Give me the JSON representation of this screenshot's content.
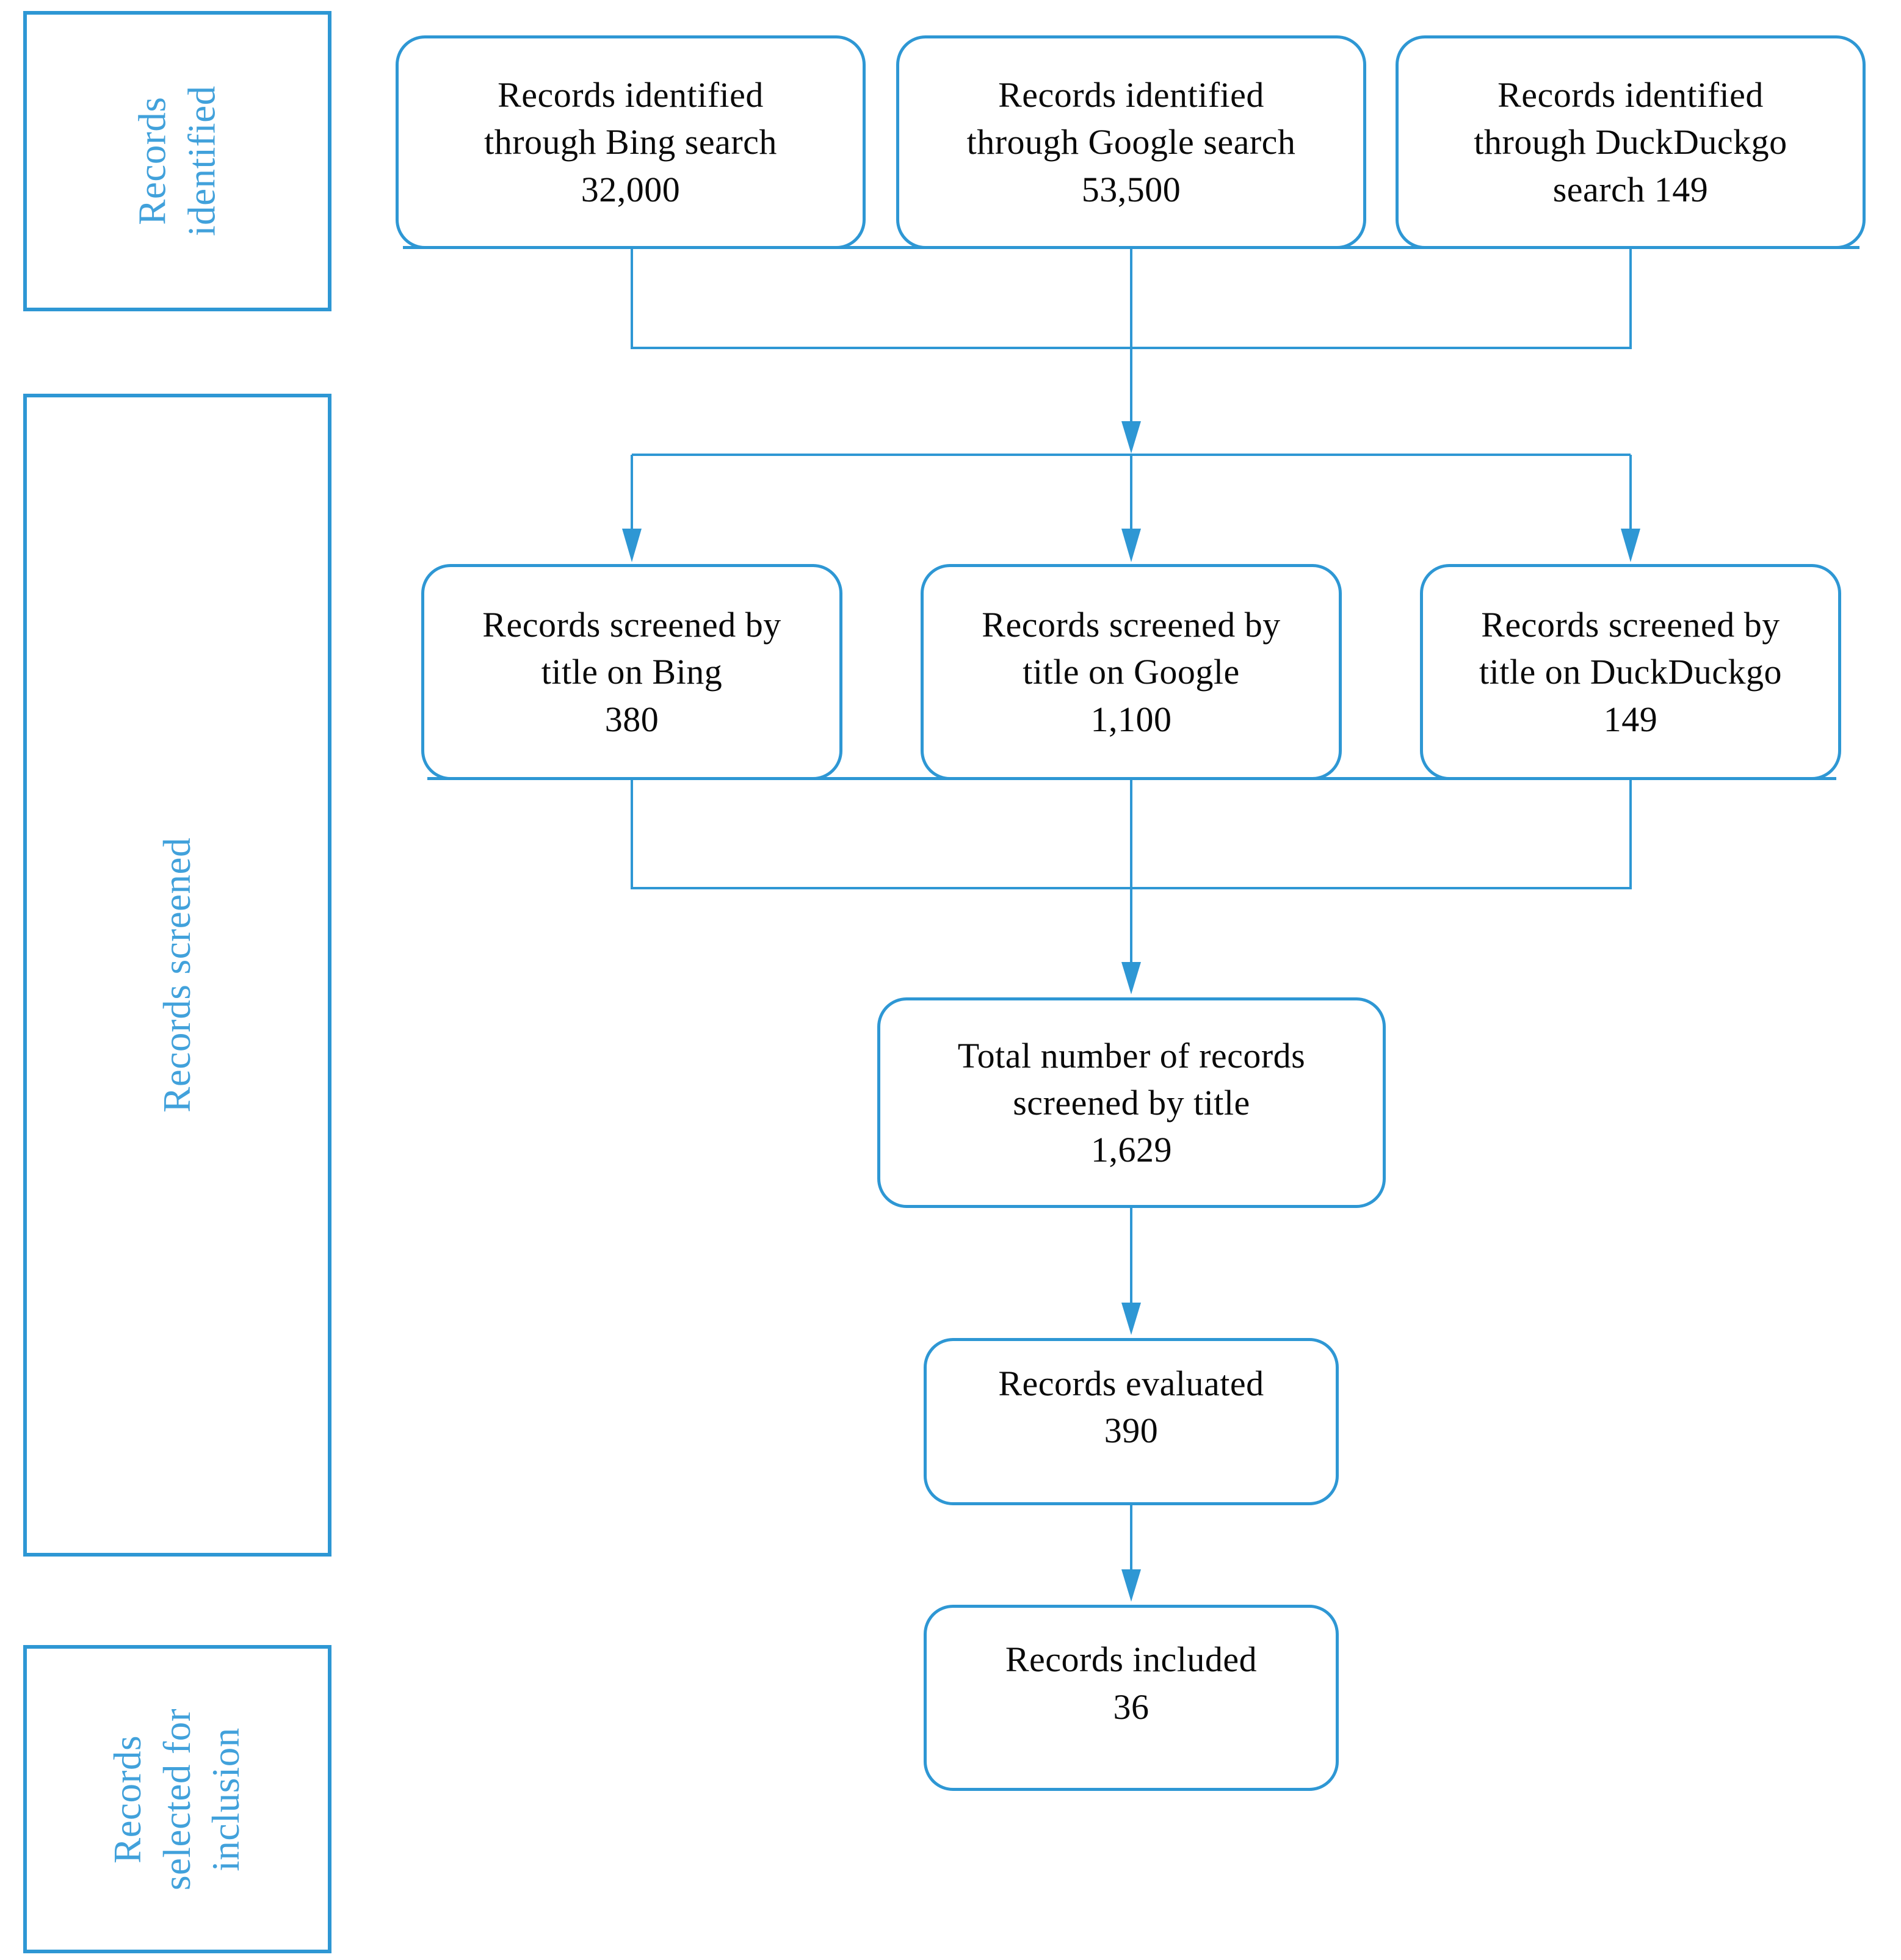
{
  "accent_color": "#2E97D4",
  "label_color": "#41A1DB",
  "text_color": "#0a0a0a",
  "sidebar": {
    "identified_label": "Records\nidentified",
    "screened_label": "Records screened",
    "selected_label": "Records\nselected for\ninclusion"
  },
  "nodes": {
    "identified_bing": {
      "text": "Records identified\nthrough Bing search\n32,000",
      "count": "32,000"
    },
    "identified_google": {
      "text": "Records identified\nthrough Google search\n53,500",
      "count": "53,500"
    },
    "identified_duckduckgo": {
      "text": "Records identified\nthrough DuckDuckgo\nsearch 149",
      "count": "149"
    },
    "screened_bing": {
      "text": "Records screened by\ntitle on Bing\n380",
      "count": "380"
    },
    "screened_google": {
      "text": "Records screened by\ntitle on Google\n1,100",
      "count": "1,100"
    },
    "screened_duckduckgo": {
      "text": "Records screened by\ntitle on DuckDuckgo\n149",
      "count": "149"
    },
    "total_screened": {
      "text": "Total number of records\nscreened by title\n1,629",
      "count": "1,629"
    },
    "evaluated": {
      "text": "Records evaluated\n390",
      "count": "390"
    },
    "included": {
      "text": "Records included\n36",
      "count": "36"
    }
  }
}
